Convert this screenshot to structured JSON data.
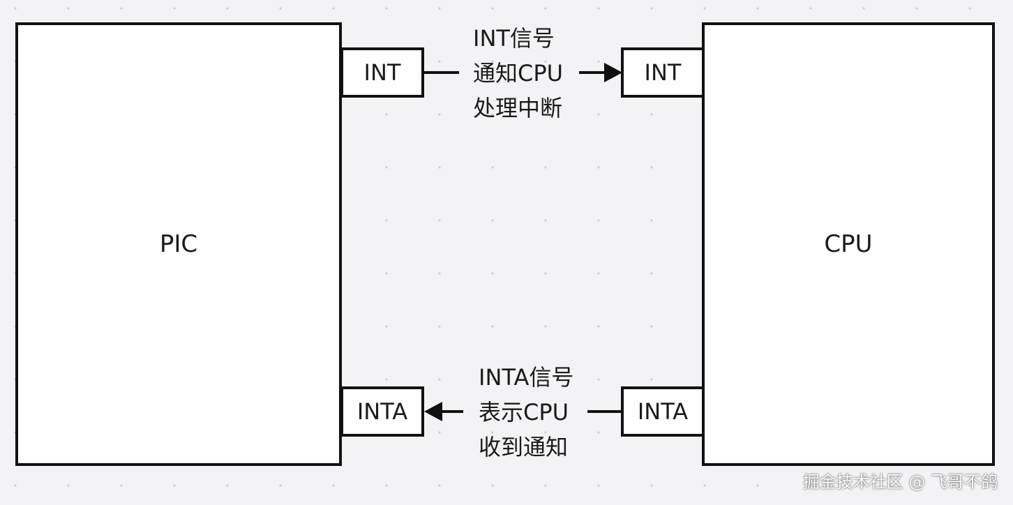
{
  "nodes": {
    "pic": {
      "label": "PIC"
    },
    "cpu": {
      "label": "CPU"
    },
    "pic_int_port": {
      "label": "INT"
    },
    "cpu_int_port": {
      "label": "INT"
    },
    "pic_inta_port": {
      "label": "INTA"
    },
    "cpu_inta_port": {
      "label": "INTA"
    }
  },
  "edges": {
    "int_signal": {
      "from": "pic_int_port",
      "to": "cpu_int_port",
      "label_lines": [
        "INT信号",
        "通知CPU",
        "处理中断"
      ]
    },
    "inta_signal": {
      "from": "cpu_inta_port",
      "to": "pic_inta_port",
      "label_lines": [
        "INTA信号",
        "表示CPU",
        "收到通知"
      ]
    }
  },
  "watermark": "掘金技术社区 @ 飞哥不鸽"
}
